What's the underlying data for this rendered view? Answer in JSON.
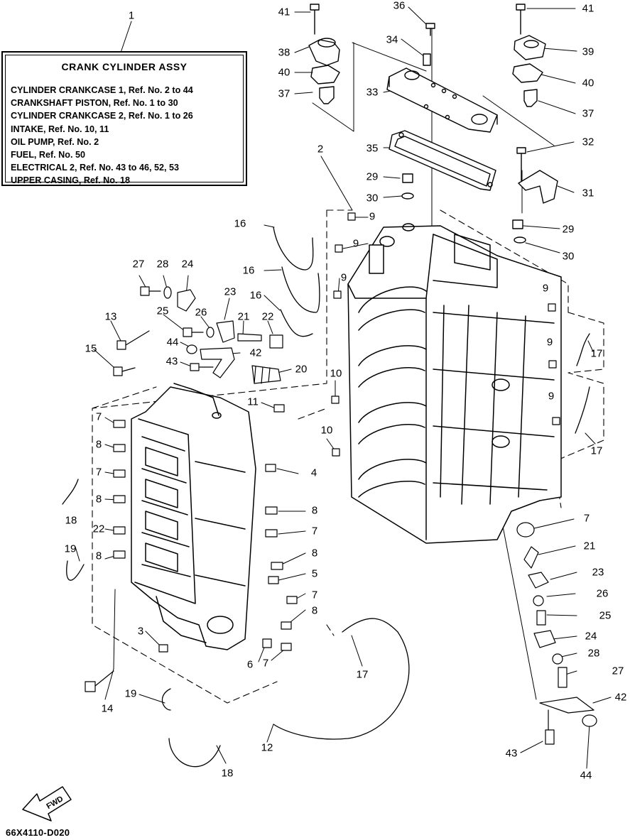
{
  "legend": {
    "number": "1",
    "title": "CRANK CYLINDER ASSY",
    "lines": [
      "CYLINDER CRANKCASE 1, Ref. No. 2 to 44",
      "CRANKSHAFT PISTON,  Ref. No. 1 to 30",
      "CYLINDER CRANKCASE 2, Ref. No. 1 to 26",
      "INTAKE, Ref. No. 10, 11",
      "OIL PUMP, Ref. No. 2",
      "FUEL, Ref. No. 50",
      "ELECTRICAL 2,  Ref. No. 43 to 46, 52, 53",
      "UPPER CASING, Ref. No. 18"
    ]
  },
  "fwd_label": "FWD",
  "diagram_code": "66X4110-D020",
  "callouts": [
    "41",
    "36",
    "41",
    "34",
    "38",
    "39",
    "40",
    "40",
    "33",
    "37",
    "37",
    "35",
    "32",
    "2",
    "29",
    "31",
    "30",
    "9",
    "29",
    "16",
    "9",
    "30",
    "16",
    "9",
    "27",
    "28",
    "24",
    "23",
    "16",
    "9",
    "25",
    "26",
    "21",
    "22",
    "13",
    "17",
    "9",
    "44",
    "42",
    "15",
    "43",
    "20",
    "10",
    "9",
    "11",
    "17",
    "7",
    "10",
    "4",
    "8",
    "7",
    "8",
    "18",
    "8",
    "7",
    "22",
    "7",
    "21",
    "19",
    "8",
    "8",
    "23",
    "5",
    "26",
    "7",
    "25",
    "8",
    "24",
    "3",
    "28",
    "6",
    "7",
    "17",
    "27",
    "19",
    "14",
    "42",
    "12",
    "43",
    "18",
    "44"
  ]
}
